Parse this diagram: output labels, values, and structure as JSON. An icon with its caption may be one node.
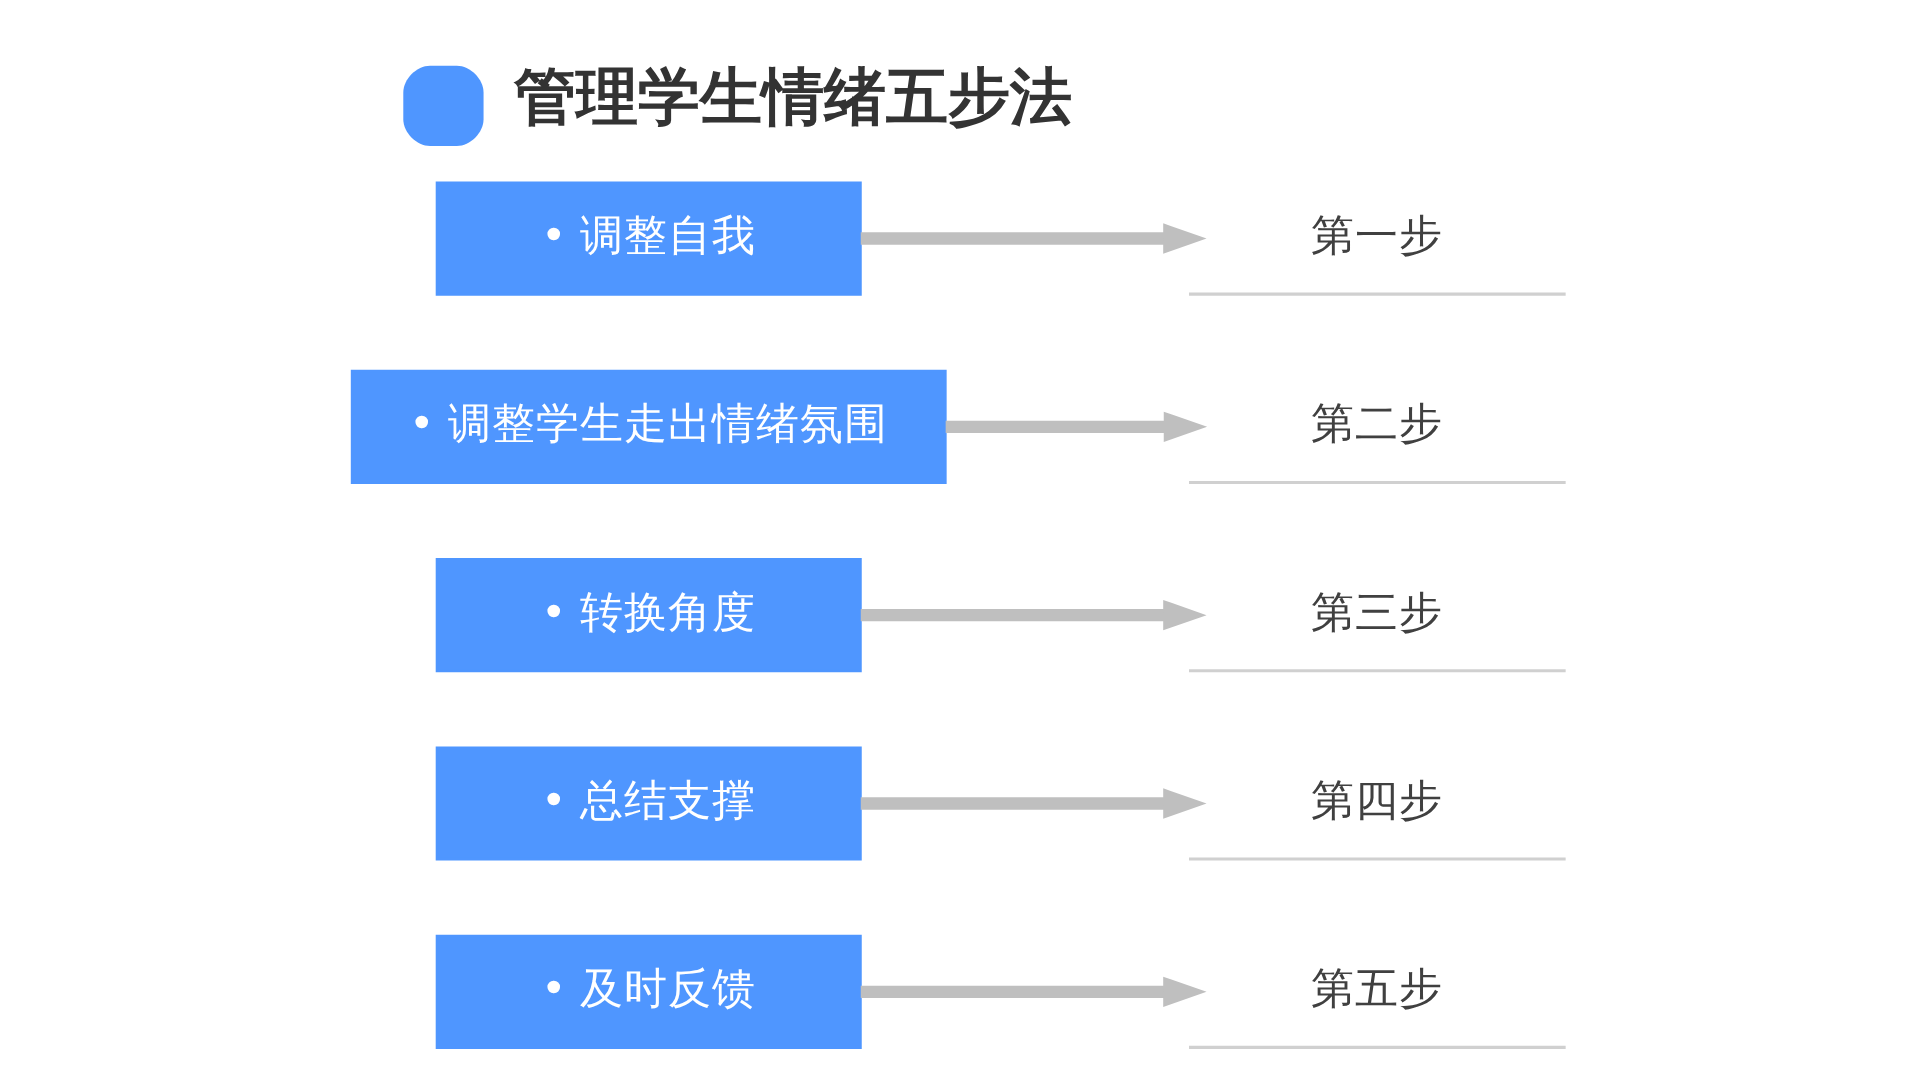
{
  "diagram": {
    "title": "管理学生情绪五步法",
    "nodes": [
      {
        "text": [
          "• 调整自我"
        ]
      },
      {
        "text": [
          "第一步"
        ]
      },
      {
        "text": [
          "• 调整学生走出情绪氛围"
        ]
      },
      {
        "text": [
          "第二步"
        ]
      },
      {
        "text": [
          "• 转换角度"
        ]
      },
      {
        "text": [
          "第三步"
        ]
      },
      {
        "text": [
          "• 总结支撑"
        ]
      },
      {
        "text": [
          "第四步"
        ]
      },
      {
        "text": [
          "• 及时反馈"
        ]
      },
      {
        "text": [
          "第五步"
        ]
      }
    ],
    "edges": [
      {
        "from": 0,
        "to": 1,
        "arrow": "to"
      },
      {
        "from": 2,
        "to": 3,
        "arrow": "to"
      },
      {
        "from": 4,
        "to": 5,
        "arrow": "to"
      },
      {
        "from": 6,
        "to": 7,
        "arrow": "to"
      },
      {
        "from": 8,
        "to": 9,
        "arrow": "to"
      }
    ]
  }
}
